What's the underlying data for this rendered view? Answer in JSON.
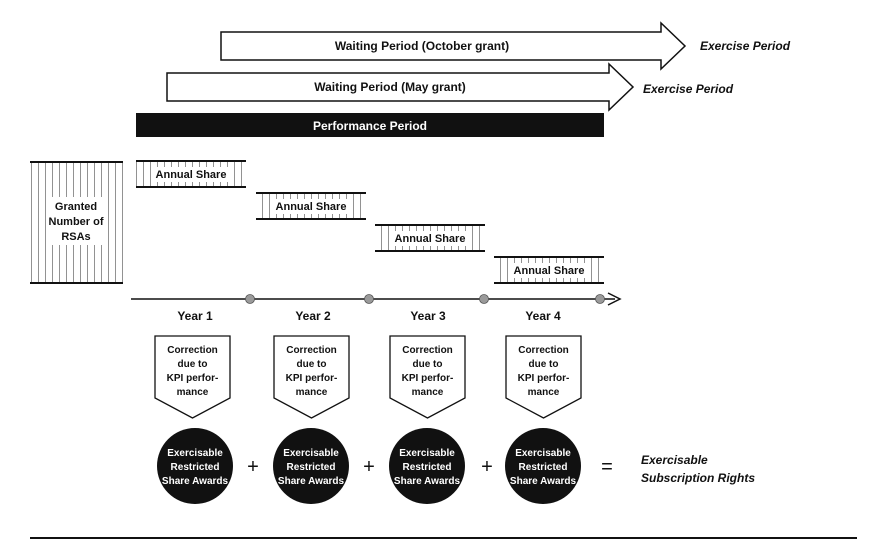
{
  "arrows": {
    "october": {
      "label": "Waiting Period (October grant)",
      "exercise": "Exercise Period"
    },
    "may": {
      "label": "Waiting Period (May grant)",
      "exercise": "Exercise Period"
    }
  },
  "performance_period": "Performance Period",
  "granted_box": [
    "Granted",
    "Number of",
    "RSAs"
  ],
  "annual_share": [
    "Annual Share",
    "Annual Share",
    "Annual Share",
    "Annual Share"
  ],
  "years": [
    "Year 1",
    "Year 2",
    "Year 3",
    "Year 4"
  ],
  "correction": [
    "Correction",
    "due to",
    "KPI perfor-",
    "mance"
  ],
  "exercisable_circle": [
    "Exercisable",
    "Restricted",
    "Share Awards"
  ],
  "operators": {
    "plus": "+",
    "equals": "="
  },
  "result": [
    "Exercisable",
    "Subscription Rights"
  ],
  "colors": {
    "black": "#111111",
    "white": "#ffffff",
    "dot": "#9a9a9a"
  }
}
